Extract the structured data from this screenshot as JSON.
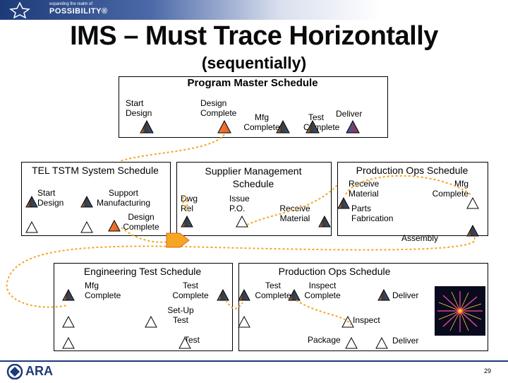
{
  "header": {
    "tagline_small": "expanding the realm of",
    "tagline_big": "POSSIBILITY®"
  },
  "title": "IMS – Must Trace Horizontally",
  "subtitle": "(sequentially)",
  "master": {
    "title": "Program Master Schedule",
    "start_design": "Start\nDesign",
    "design_complete": "Design\nComplete",
    "mfg_complete": "Mfg\nComplete",
    "test_complete": "Test\nComplete",
    "deliver": "Deliver"
  },
  "tel": {
    "title": "TEL TSTM System Schedule",
    "start_design": "Start\nDesign",
    "support_mfg": "Support\nManufacturing",
    "design_complete": "Design\nComplete"
  },
  "supplier": {
    "title": "Supplier Management\nSchedule",
    "dwg_rel": "Dwg\nRel",
    "issue_po": "Issue\nP.O.",
    "receive_material": "Receive\nMaterial"
  },
  "prodops1": {
    "title": "Production Ops Schedule",
    "receive_material": "Receive\nMaterial",
    "mfg_complete": "Mfg\nComplete",
    "parts_fabrication": "Parts\nFabrication",
    "assembly": "Assembly"
  },
  "engtest": {
    "title": "Engineering Test Schedule",
    "mfg_complete": "Mfg\nComplete",
    "test_complete": "Test\nComplete",
    "setup_test": "Set-Up\nTest",
    "test": "Test"
  },
  "prodops2": {
    "title": "Production Ops Schedule",
    "test_complete": "Test\nComplete",
    "inspect_complete": "Inspect\nComplete",
    "deliver1": "Deliver",
    "inspect": "Inspect",
    "package": "Package",
    "deliver2": "Deliver"
  },
  "footer": {
    "logo_text": "ARA",
    "page_number": "29"
  },
  "colors": {
    "accent_orange": "#f5a623",
    "milestone_dark": "#2b2b2b",
    "brand_blue": "#1d3a78",
    "deliver_red": "#a0304a"
  }
}
